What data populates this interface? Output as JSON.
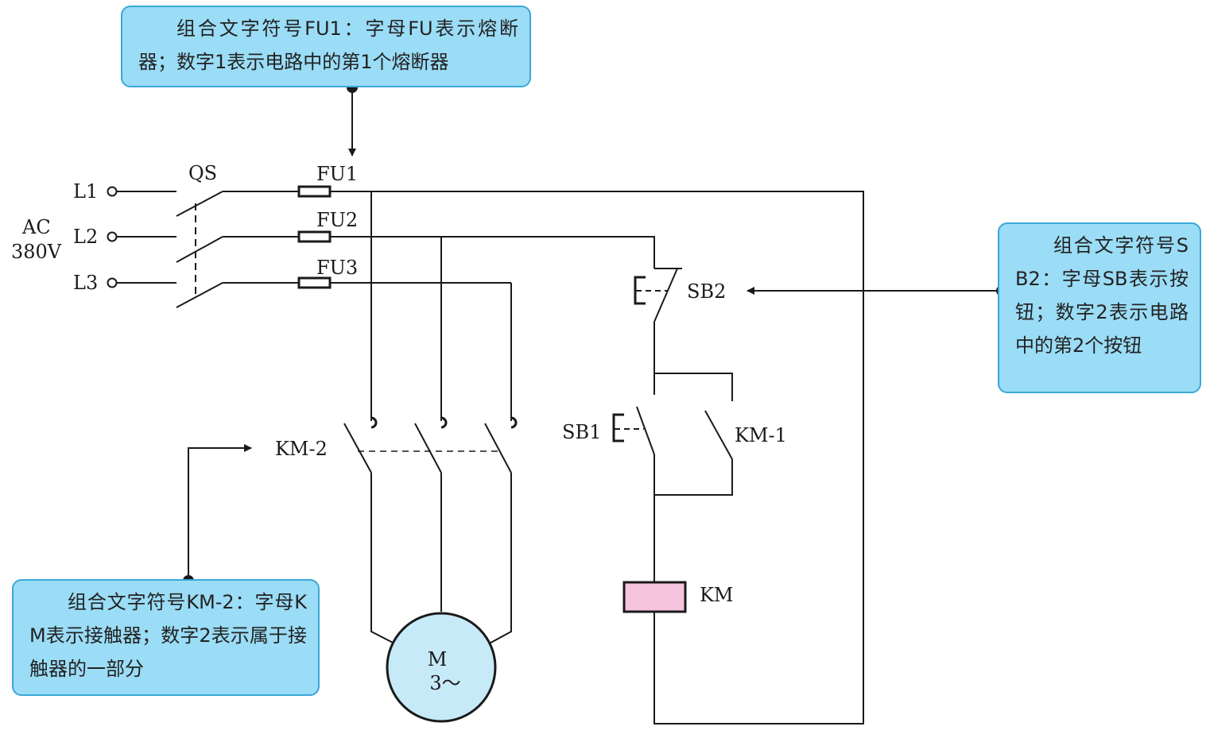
{
  "supply": {
    "l1": "L1",
    "l2": "L2",
    "l3": "L3",
    "ac": "AC",
    "voltage": "380V"
  },
  "components": {
    "qs": "QS",
    "fu1": "FU1",
    "fu2": "FU2",
    "fu3": "FU3",
    "sb2": "SB2",
    "sb1": "SB1",
    "km1": "KM-1",
    "km2": "KM-2",
    "km_coil": "KM",
    "motor_m": "M",
    "motor_phase": "3～"
  },
  "callouts": {
    "fu1": "组合文字符号FU1：字母FU表示熔断器；数字1表示电路中的第1个熔断器",
    "sb2": "组合文字符号SB2：字母SB表示按钮；数字2表示电路中的第2个按钮",
    "km2": "组合文字符号KM-2：字母KM表示接触器；数字2表示属于接触器的一部分"
  },
  "colors": {
    "callout_fill": "#9bdcf6",
    "callout_border": "#3aa8d8",
    "motor_fill": "#c7eaf8",
    "coil_fill": "#f6c4dc",
    "wire": "#1a1a1a"
  }
}
